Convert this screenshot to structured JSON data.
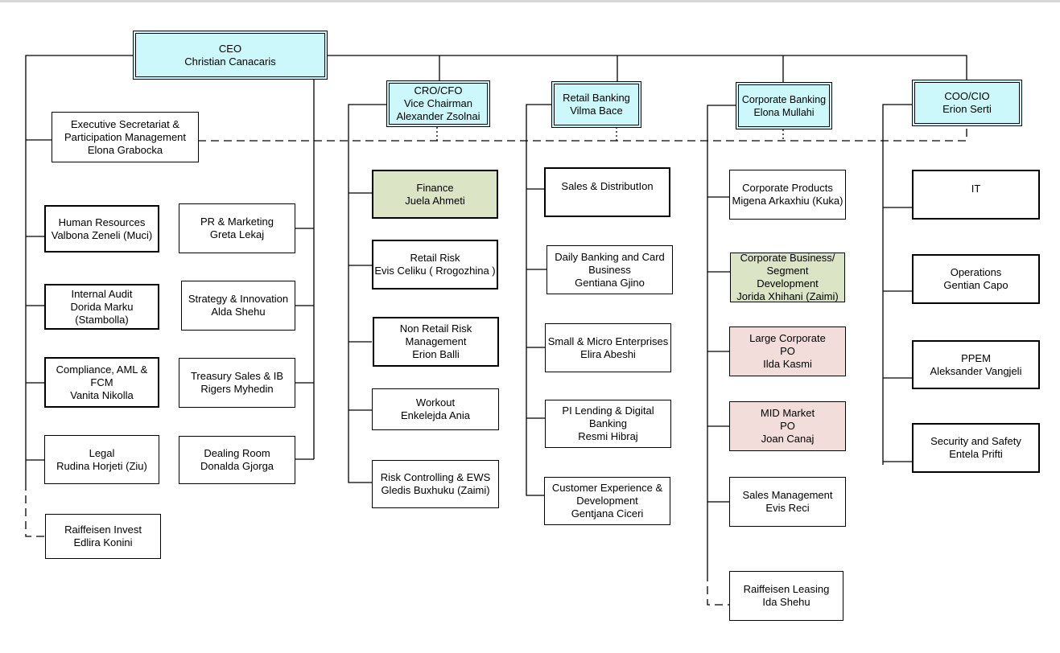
{
  "heads": {
    "ceo": [
      "CEO",
      "Christian Canacaris"
    ],
    "cro_cfo": [
      "CRO/CFO",
      "Vice Chairman",
      "Alexander Zsolnai"
    ],
    "retail": [
      "Retail Banking",
      "Vilma Bace"
    ],
    "corporate": [
      "Corporate Banking",
      "Elona Mullahi"
    ],
    "coo_cio": [
      "COO/CIO",
      "Erion Serti"
    ]
  },
  "ceo_units": {
    "exec_secretariat": [
      "Executive Secretariat &",
      "Participation Management",
      "Elona Grabocka"
    ],
    "hr": [
      "Human Resources",
      "Valbona Zeneli (Muci)"
    ],
    "internal_audit": [
      "Internal Audit",
      "Dorida Marku",
      "(Stambolla)"
    ],
    "compliance": [
      "Compliance, AML &",
      "FCM",
      "Vanita Nikolla"
    ],
    "legal": [
      "Legal",
      "Rudina Horjeti (Ziu)"
    ],
    "raiffeisen_invest": [
      "Raiffeisen Invest",
      "Edlira Konini"
    ],
    "pr_marketing": [
      "PR & Marketing",
      "Greta Lekaj"
    ],
    "strategy": [
      "Strategy & Innovation",
      "Alda Shehu"
    ],
    "treasury": [
      "Treasury Sales & IB",
      "Rigers Myhedin"
    ],
    "dealing_room": [
      "Dealing Room",
      "Donalda Gjorga"
    ]
  },
  "cro_units": {
    "finance": [
      "Finance",
      "Juela Ahmeti"
    ],
    "retail_risk": [
      "Retail Risk",
      "Evis Celiku ( Rrogozhina )"
    ],
    "non_retail_risk": [
      "Non Retail Risk",
      "Management",
      "Erion Balli"
    ],
    "workout": [
      "Workout",
      "Enkelejda Ania"
    ],
    "risk_controlling": [
      "Risk Controlling & EWS",
      "Gledis Buxhuku (Zaimi)"
    ]
  },
  "retail_units": {
    "sales_distribution": [
      "Sales & DistributIon"
    ],
    "daily_banking": [
      "Daily Banking and Card",
      "Business",
      "Gentiana Gjino"
    ],
    "small_micro": [
      "Small & Micro Enterprises",
      "Elira Abeshi"
    ],
    "pi_lending": [
      "PI Lending & Digital",
      "Banking",
      "Resmi Hibraj"
    ],
    "customer_experience": [
      "Customer Experience &",
      "Development",
      "Gentjana Ciceri"
    ]
  },
  "corporate_units": {
    "corporate_products": [
      "Corporate Products",
      "Migena Arkaxhiu (Kuka)"
    ],
    "corporate_business": [
      "Corporate Business/",
      "Segment",
      "Development",
      "Jorida Xhihani (Zaimi)"
    ],
    "large_corporate": [
      "Large Corporate",
      "PO",
      "Ilda Kasmi"
    ],
    "mid_market": [
      "MID Market",
      "PO",
      "Joan Canaj"
    ],
    "sales_management": [
      "Sales Management",
      "Evis Reci"
    ],
    "raiffeisen_leasing": [
      "Raiffeisen Leasing",
      "Ida Shehu"
    ]
  },
  "coo_units": {
    "it": [
      "IT"
    ],
    "operations": [
      "Operations",
      "Gentian Capo"
    ],
    "ppem": [
      "PPEM",
      "Aleksander Vangjeli"
    ],
    "security": [
      "Security and Safety",
      "Entela Prifti"
    ]
  },
  "colors": {
    "head_fill": "#ccf7fb",
    "green_fill": "#dbe5c6",
    "pink_fill": "#f2dddb",
    "line": "#000000"
  }
}
